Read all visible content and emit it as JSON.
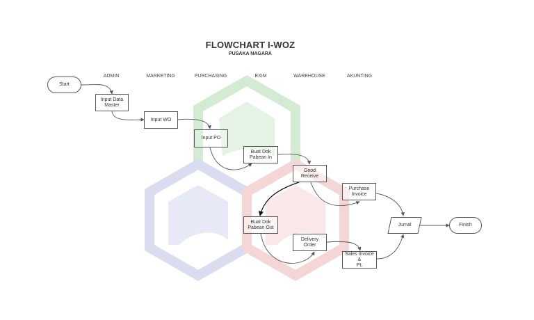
{
  "header": {
    "title": "FLOWCHART I-WOZ",
    "subtitle": "PUSAKA NAGARA"
  },
  "lanes": [
    "ADMIN",
    "MARKETING",
    "PURCHASING",
    "EXIM",
    "WAREHOUSE",
    "AKUNTING"
  ],
  "nodes": {
    "start": "Start",
    "input_data_master": "Input Data\nMaster",
    "input_wo": "Input WO",
    "input_po": "Input PO",
    "buat_dok_pabean_in": "Buat Dok\nPabean In",
    "good_receive": "Good Receive",
    "purchase_invoice": "Purchase\nInvoice",
    "buat_dok_pabean_out": "Buat Dok\nPabean Out",
    "delivery_order": "Delivery Order",
    "sales_invoice_pl": "Sales Invoice &\nPL",
    "jurnal": "Jurnal",
    "finish": "Finish"
  },
  "colors": {
    "hex_green": "#7cc47c",
    "hex_blue": "#8f96cf",
    "hex_red": "#e48a8a",
    "line": "#555555"
  }
}
